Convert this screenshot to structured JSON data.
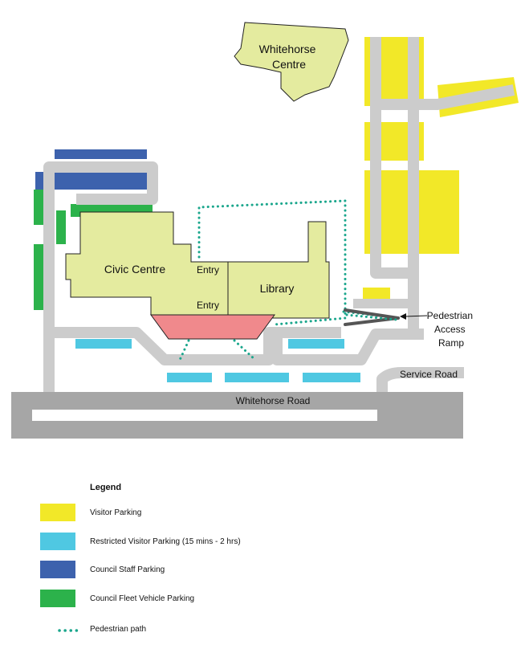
{
  "map": {
    "buildings": {
      "whitehorse_centre": [
        "Whitehorse",
        "Centre"
      ],
      "civic_centre": "Civic Centre",
      "library": "Library"
    },
    "entries": {
      "top": "Entry",
      "bottom": "Entry"
    },
    "ramp_label": [
      "Pedestrian",
      "Access",
      "Ramp"
    ],
    "roads": {
      "main": "Whitehorse Road",
      "service": "Service Road"
    }
  },
  "legend": {
    "title": "Legend",
    "items": [
      {
        "label": "Visitor Parking",
        "color": "#f2e828"
      },
      {
        "label": "Restricted Visitor Parking (15 mins - 2 hrs)",
        "color": "#4fc8e2"
      },
      {
        "label": "Council Staff Parking",
        "color": "#3d62ad"
      },
      {
        "label": "Council Fleet Vehicle Parking",
        "color": "#2cb24b"
      }
    ],
    "path_label": "Pedestrian path",
    "path_color": "#1aa68c"
  },
  "colors": {
    "road": "#cccccc",
    "main_road": "#a6a6a6",
    "building": "#e4eb9f",
    "canopy": "#f0898c",
    "ramp": "#555555"
  }
}
